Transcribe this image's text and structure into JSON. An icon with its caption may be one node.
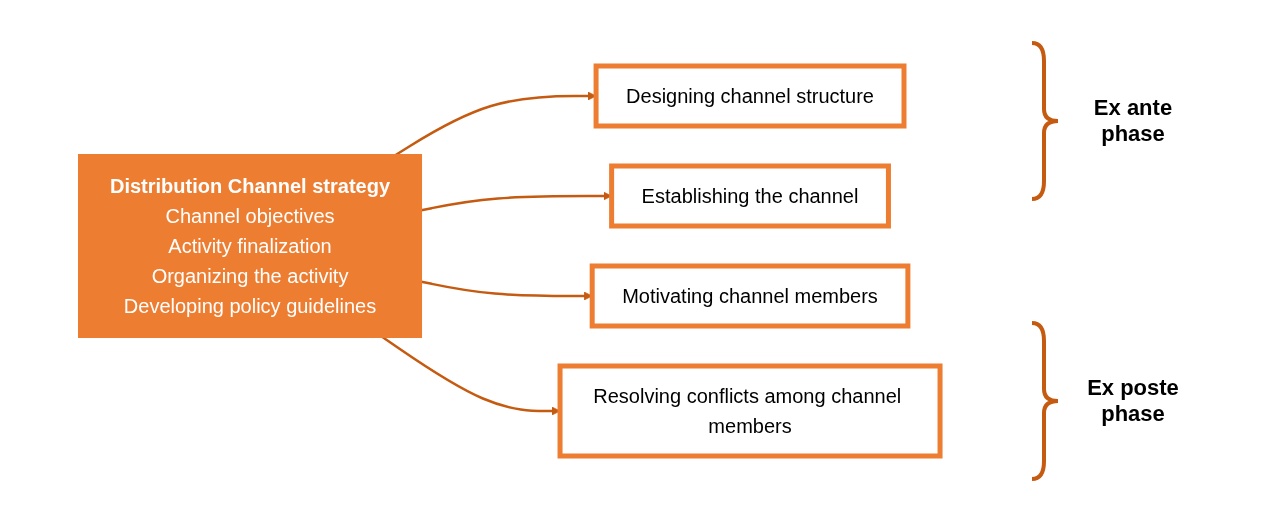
{
  "diagram": {
    "nodes": [
      {
        "text": [
          "Distribution Channel strategy",
          "Channel objectives",
          "Activity finalization",
          "Organizing the activity",
          "Developing policy guidelines"
        ]
      },
      {
        "text": [
          "Designing channel structure"
        ]
      },
      {
        "text": [
          "Establishing the channel"
        ]
      },
      {
        "text": [
          "Motivating channel members"
        ]
      },
      {
        "text": [
          "Resolving conflicts among channel members"
        ]
      }
    ],
    "edges": [
      {
        "from": 0,
        "to": 1,
        "arrow": "to"
      },
      {
        "from": 0,
        "to": 2,
        "arrow": "to"
      },
      {
        "from": 0,
        "to": 3,
        "arrow": "to"
      },
      {
        "from": 0,
        "to": 4,
        "arrow": "to"
      }
    ],
    "labels": [
      "Ex ante phase",
      "Ex poste phase"
    ]
  }
}
